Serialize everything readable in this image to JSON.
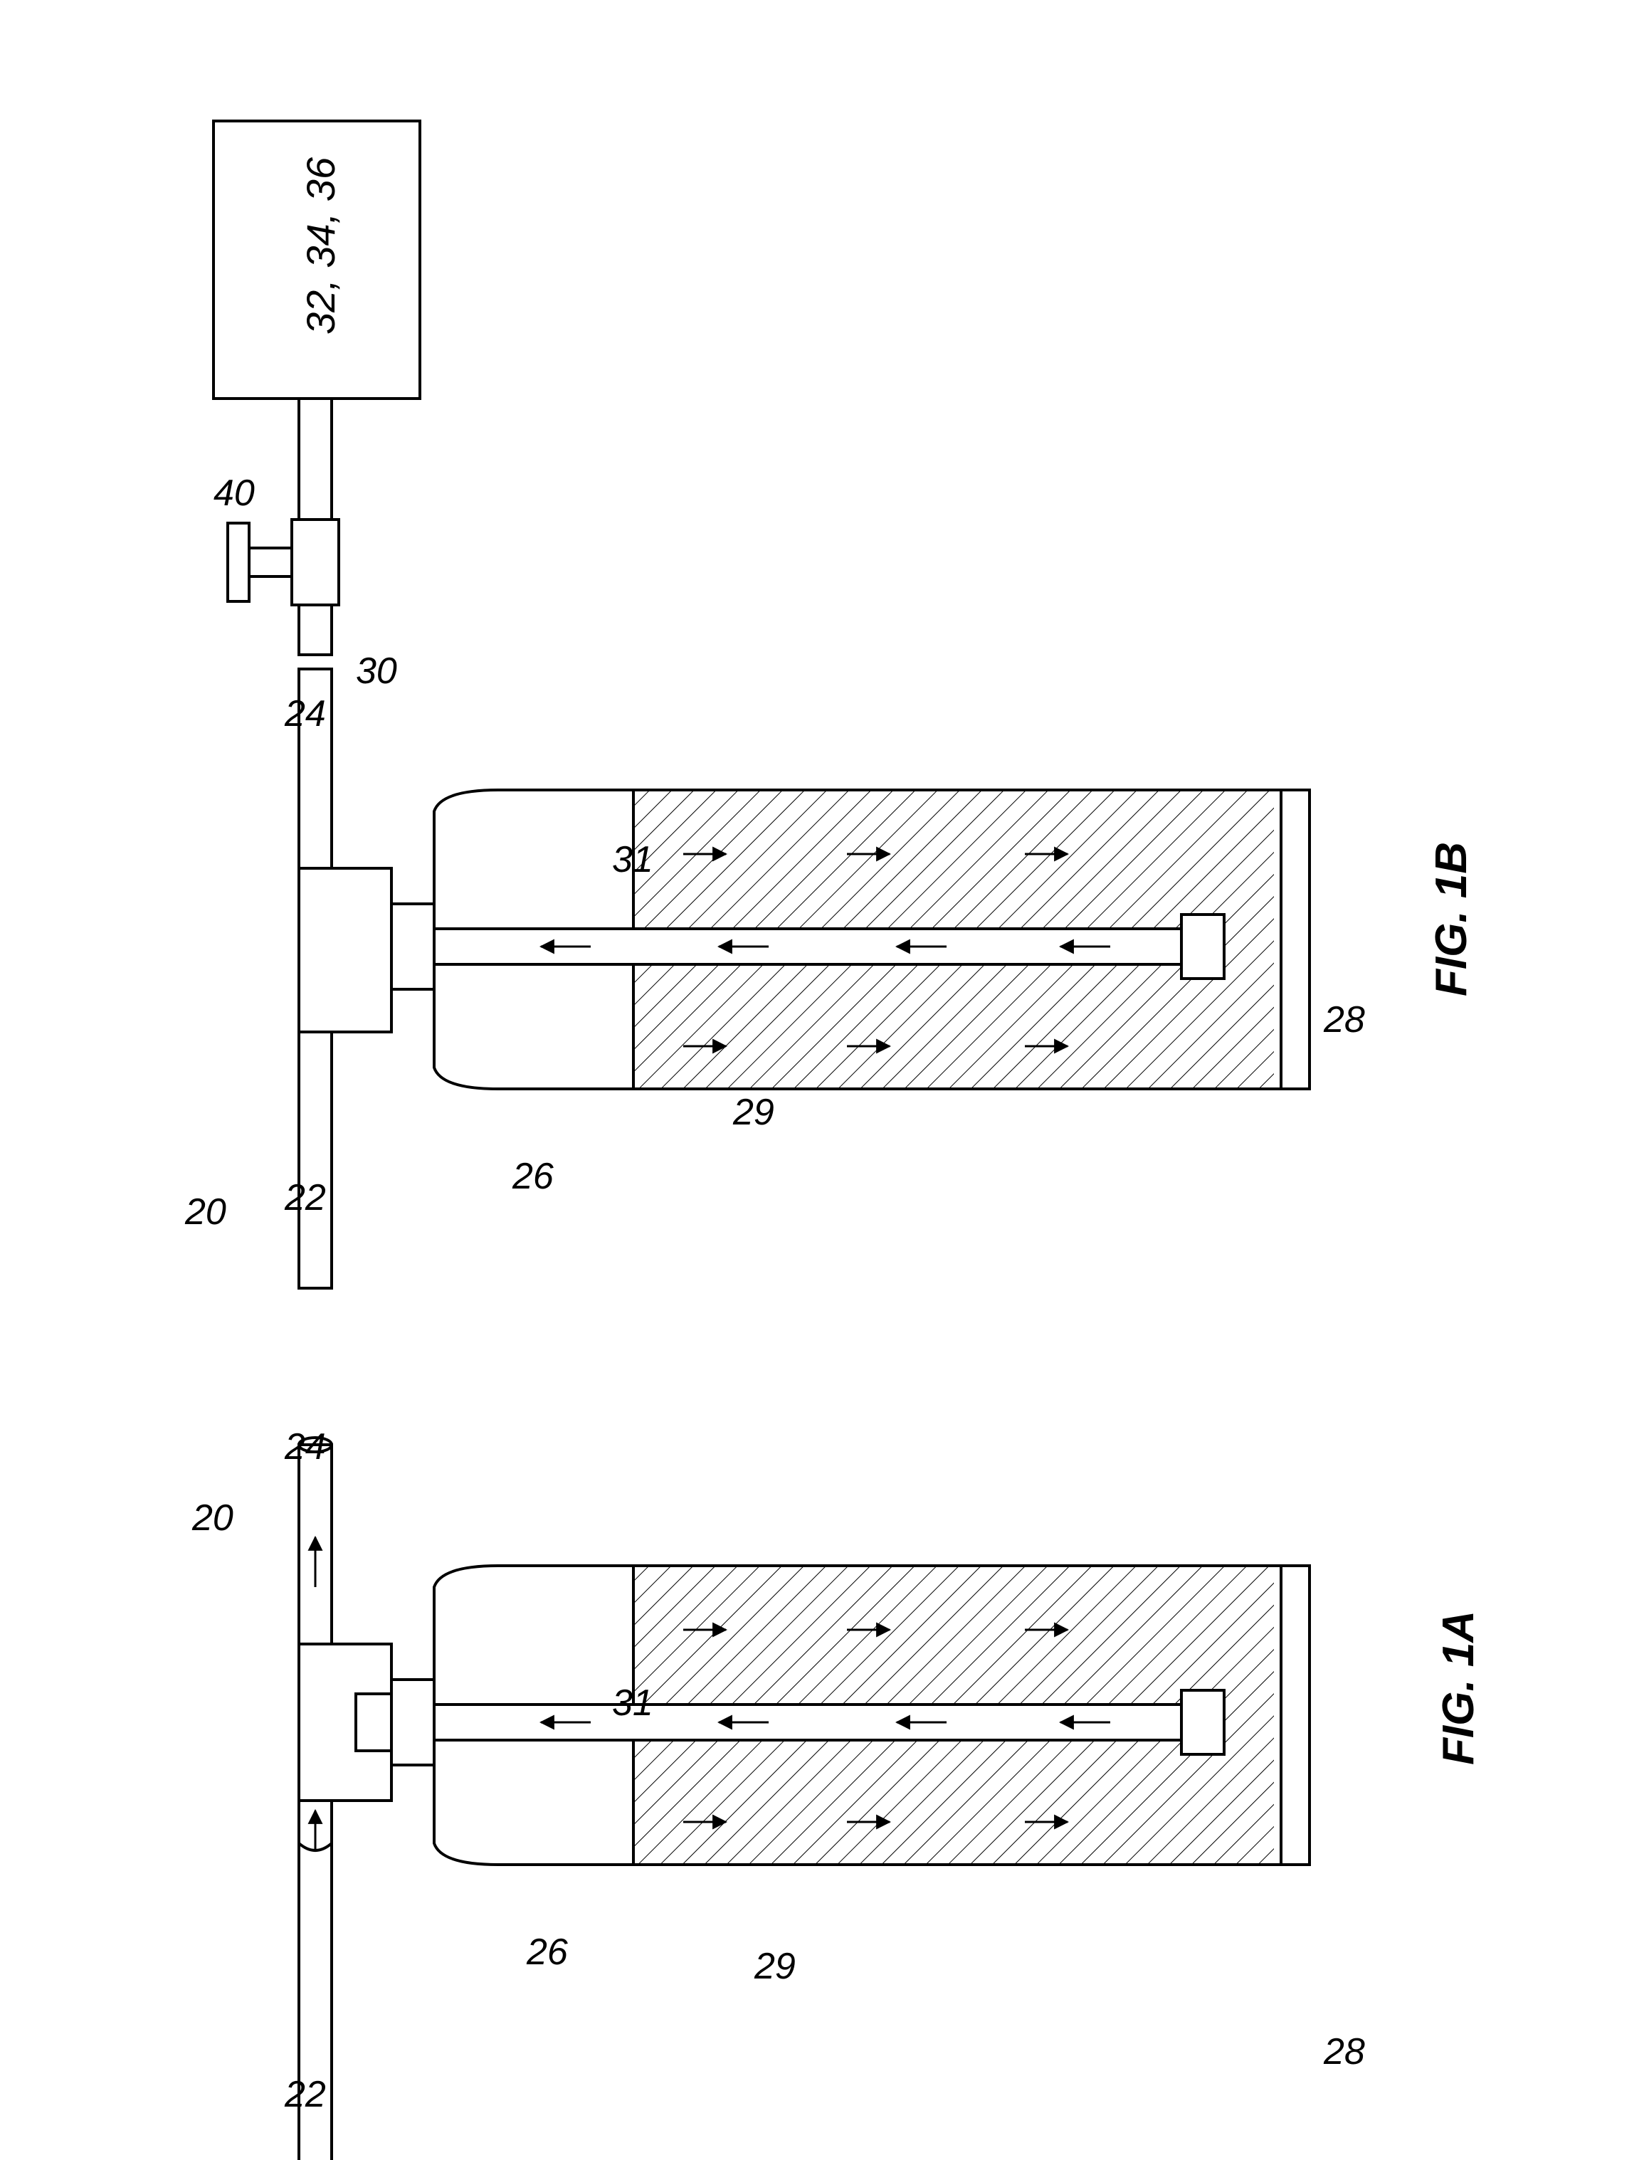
{
  "figures": {
    "fig1a": {
      "caption": "FIG. 1A",
      "labels": {
        "system": "20",
        "inlet": "22",
        "outlet": "24",
        "tank": "26",
        "media": "29",
        "riser": "31",
        "distributor": "28"
      }
    },
    "fig1b": {
      "caption": "FIG. 1B",
      "labels": {
        "system": "20",
        "inlet": "22",
        "outlet": "24",
        "tank": "26",
        "media": "29",
        "riser": "31",
        "distributor": "28",
        "pipe": "30",
        "valve": "40",
        "equipment": "32, 34, 36"
      }
    }
  }
}
